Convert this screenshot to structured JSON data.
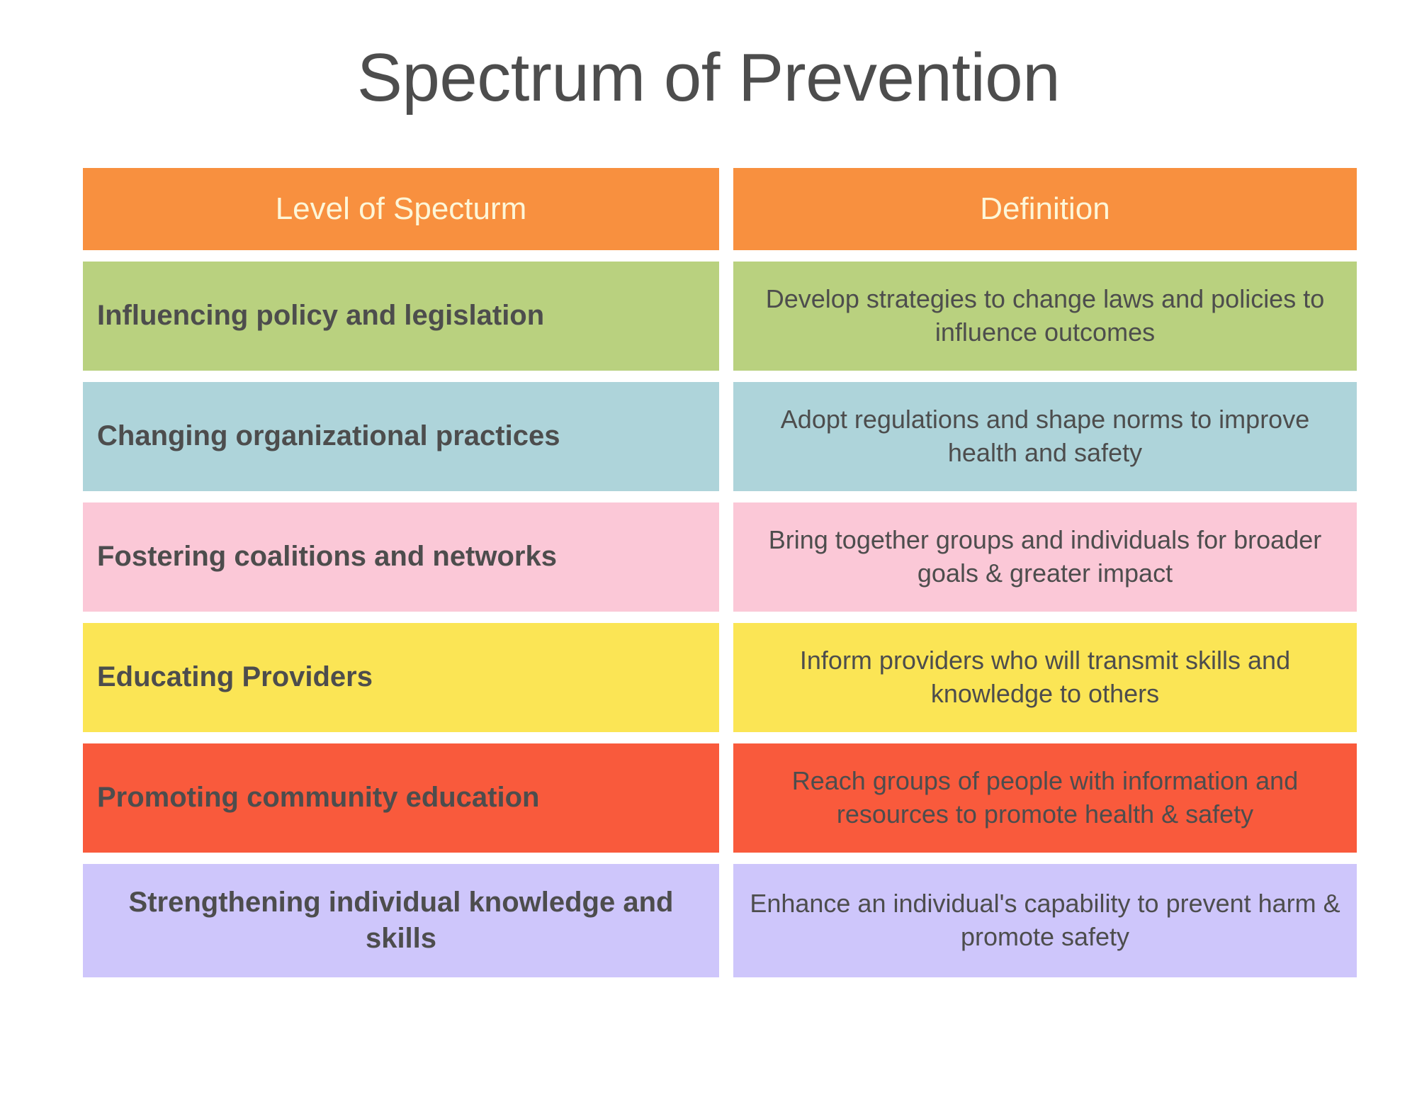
{
  "page": {
    "title": "Spectrum of Prevention",
    "background_color": "#ffffff",
    "text_color": "#4d4d4d"
  },
  "table": {
    "headers": {
      "level": "Level of Specturm",
      "definition": "Definition",
      "background_color": "#f8903f",
      "text_color": "#fdf6d8"
    },
    "rows": [
      {
        "level": "Influencing policy and legislation",
        "definition": "Develop strategies to change laws and policies to influence outcomes",
        "color": "#b9d17f",
        "color_name": "green"
      },
      {
        "level": "Changing organizational practices",
        "definition": "Adopt regulations and shape norms to improve health and safety",
        "color": "#aed4da",
        "color_name": "blue"
      },
      {
        "level": "Fostering coalitions and networks",
        "definition": "Bring together groups and individuals for broader goals & greater impact",
        "color": "#fbc8d7",
        "color_name": "pink"
      },
      {
        "level": "Educating Providers",
        "definition": "Inform providers who will transmit skills and knowledge to others",
        "color": "#fbe555",
        "color_name": "yellow"
      },
      {
        "level": "Promoting community education",
        "definition": "Reach groups of people with information and resources to promote health & safety",
        "color": "#f95a3c",
        "color_name": "red"
      },
      {
        "level": "Strengthening individual knowledge and skills",
        "definition": "Enhance an individual's capability to prevent harm & promote safety",
        "color": "#cec6fb",
        "color_name": "purple"
      }
    ]
  }
}
